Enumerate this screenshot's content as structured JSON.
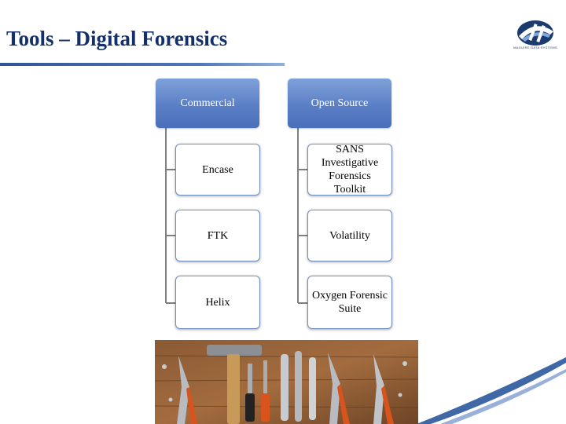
{
  "slide": {
    "title": "Tools – Digital Forensics",
    "logo_text": "MAGUIRE DATA SYSTEMS"
  },
  "diagram": {
    "columns": [
      {
        "header": "Commercial",
        "items": [
          "Encase",
          "FTK",
          "Helix"
        ]
      },
      {
        "header": "Open Source",
        "items": [
          "SANS Investigative Forensics Toolkit",
          "Volatility",
          "Oxygen Forensic Suite"
        ]
      }
    ]
  },
  "colors": {
    "title": "#14306a",
    "header_fill": "#5b7fc6",
    "connector": "#7f7f7f",
    "box_border": "#6f8fc4",
    "accent_swoosh": "#1f4e96"
  },
  "image": {
    "subject": "tools-on-wooden-planks-photo"
  }
}
